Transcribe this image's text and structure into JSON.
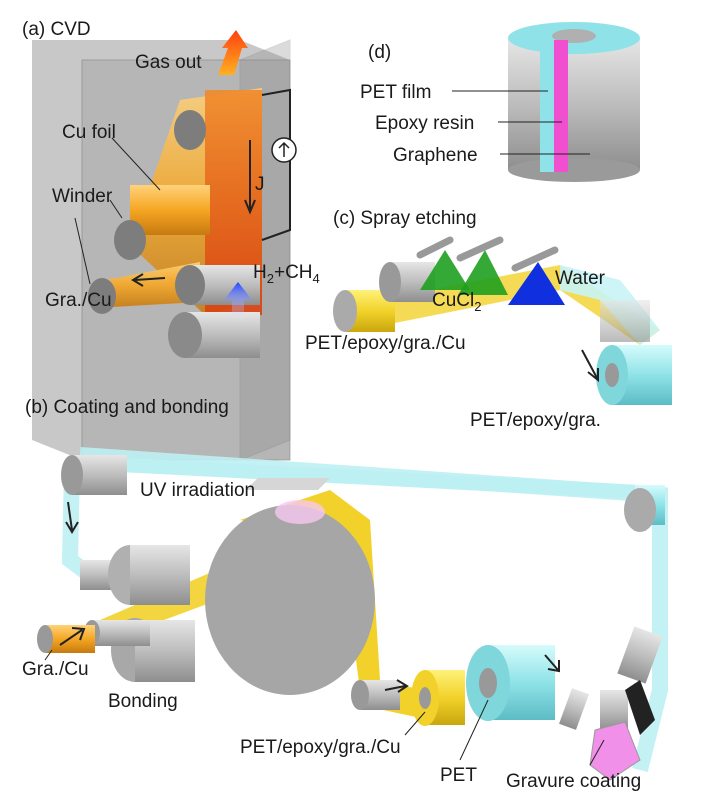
{
  "panel_a": {
    "title": "(a) CVD",
    "gas_out": "Gas out",
    "cu_foil": "Cu foil",
    "winder": "Winder",
    "gra_cu": "Gra./Cu",
    "current": "J",
    "gas_in": {
      "h": "H",
      "h_sub": "2",
      "ch": "+CH",
      "ch_sub": "4"
    }
  },
  "panel_d": {
    "title": "(d)",
    "pet_film": "PET film",
    "epoxy_resin": "Epoxy resin",
    "graphene": "Graphene"
  },
  "panel_c": {
    "title": "(c) Spray etching",
    "water": "Water",
    "cucl": {
      "main": "CuCl",
      "sub": "2"
    },
    "input_roll": "PET/epoxy/gra./Cu",
    "output_roll": "PET/epoxy/gra."
  },
  "panel_b": {
    "title": "(b) Coating and bonding",
    "uv": "UV irradiation",
    "gra_cu": "Gra./Cu",
    "bonding": "Bonding",
    "output_roll": "PET/epoxy/gra./Cu",
    "pet": "PET",
    "gravure": "Gravure coating"
  },
  "colors": {
    "copper": "#f5a623",
    "pet_cyan": "#8fe3e8",
    "epoxy_magenta": "#f050d0",
    "yellow_film": "#f2d22a",
    "roller_gray": "#b8b8b8",
    "etchant_green": "#1fa01f",
    "water_blue": "#1030e0"
  }
}
